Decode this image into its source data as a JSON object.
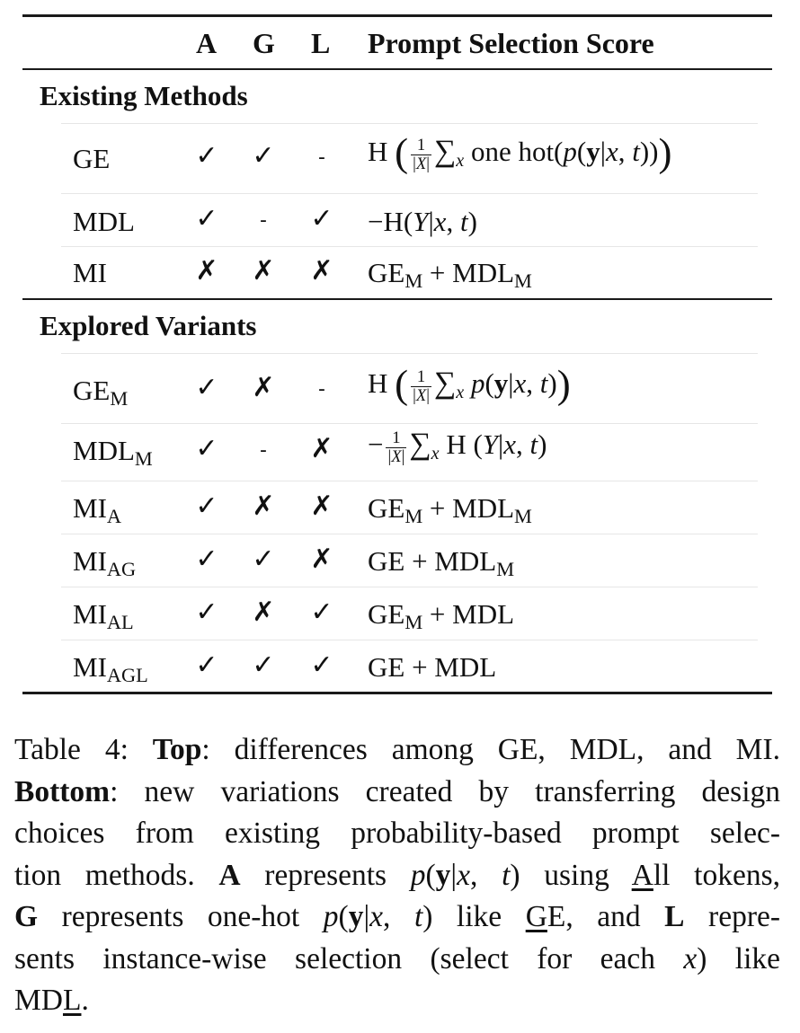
{
  "columns": {
    "a": "A",
    "g": "G",
    "l": "L",
    "score": "Prompt Selection Score"
  },
  "sections": [
    {
      "title": "Existing Methods",
      "rows": [
        {
          "method": "GE",
          "method_sub": "",
          "a": "✓",
          "g": "✓",
          "l": "-",
          "score": "H ( 1/|X| Σx one hot(p(y|x, t)) )"
        },
        {
          "method": "MDL",
          "method_sub": "",
          "a": "✓",
          "g": "-",
          "l": "✓",
          "score": "−H(Y|x, t)"
        },
        {
          "method": "MI",
          "method_sub": "",
          "a": "✗",
          "g": "✗",
          "l": "✗",
          "score": "GEM + MDLM"
        }
      ]
    },
    {
      "title": "Explored Variants",
      "rows": [
        {
          "method": "GE",
          "method_sub": "M",
          "a": "✓",
          "g": "✗",
          "l": "-",
          "score": "H ( 1/|X| Σx p(y|x, t) )"
        },
        {
          "method": "MDL",
          "method_sub": "M",
          "a": "✓",
          "g": "-",
          "l": "✗",
          "score": "− 1/|X| Σx H (Y|x, t)"
        },
        {
          "method": "MI",
          "method_sub": "A",
          "a": "✓",
          "g": "✗",
          "l": "✗",
          "score": "GEM + MDLM"
        },
        {
          "method": "MI",
          "method_sub": "AG",
          "a": "✓",
          "g": "✓",
          "l": "✗",
          "score": "GE + MDLM"
        },
        {
          "method": "MI",
          "method_sub": "AL",
          "a": "✓",
          "g": "✗",
          "l": "✓",
          "score": "GEM + MDL"
        },
        {
          "method": "MI",
          "method_sub": "AGL",
          "a": "✓",
          "g": "✓",
          "l": "✓",
          "score": "GE + MDL"
        }
      ]
    }
  ],
  "caption": {
    "label": "Table 4:",
    "top_bold": "Top",
    "top_text": ": differences among GE, MDL, and MI.",
    "bottom_bold": "Bottom",
    "bottom_text": ": new variations created by transferring design choices from existing probability-based prompt selection methods.",
    "a_bold": "A",
    "a_text": "represents p(y|x, t) using All tokens,",
    "g_bold": "G",
    "g_text": "represents one-hot p(y|x, t) like GE, and",
    "l_bold": "L",
    "l_text": "represents instance-wise selection (select for each x) like MDL."
  }
}
